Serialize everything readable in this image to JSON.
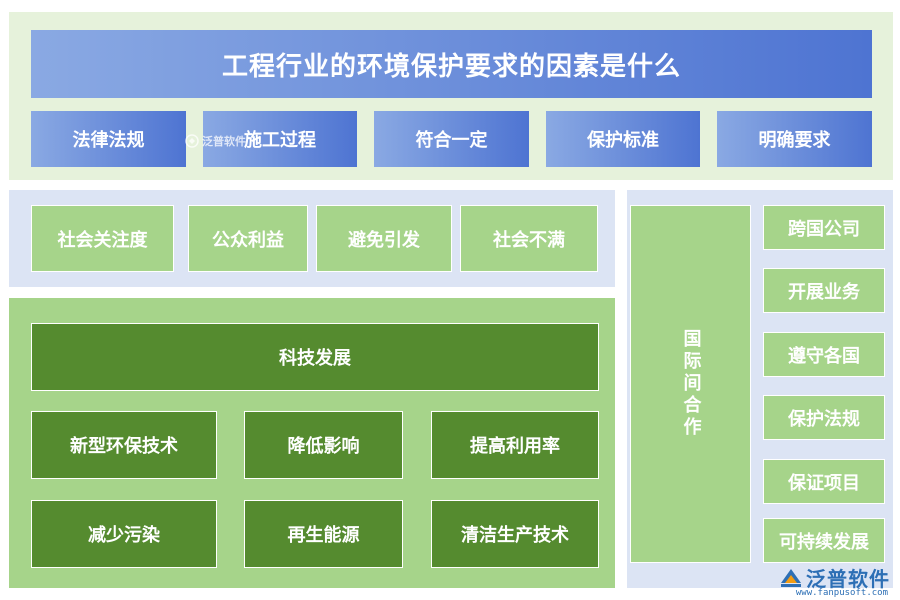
{
  "header": {
    "title": "工程行业的环境保护要求的因素是什么",
    "items": [
      "法律法规",
      "施工过程",
      "符合一定",
      "保护标准",
      "明确要求"
    ]
  },
  "social": {
    "items": [
      "社会关注度",
      "公众利益",
      "避免引发",
      "社会不满"
    ]
  },
  "tech": {
    "title": "科技发展",
    "items": [
      "新型环保技术",
      "降低影响",
      "提高利用率",
      "减少污染",
      "再生能源",
      "清洁生产技术"
    ]
  },
  "international": {
    "title": "国际间合作",
    "items": [
      "跨国公司",
      "开展业务",
      "遵守各国",
      "保护法规",
      "保证项目",
      "可持续发展"
    ]
  },
  "watermark": {
    "text": "泛普软件"
  },
  "logo": {
    "name": "泛普软件",
    "url": "www.fanpusoft.com"
  },
  "colors": {
    "panel_light_green": "#e6f2db",
    "panel_light_blue": "#dce4f4",
    "panel_mid_green": "#a6d48a",
    "box_dark_green": "#558b2f",
    "box_blue_start": "#8aa9e3",
    "box_blue_end": "#4e74d2"
  }
}
